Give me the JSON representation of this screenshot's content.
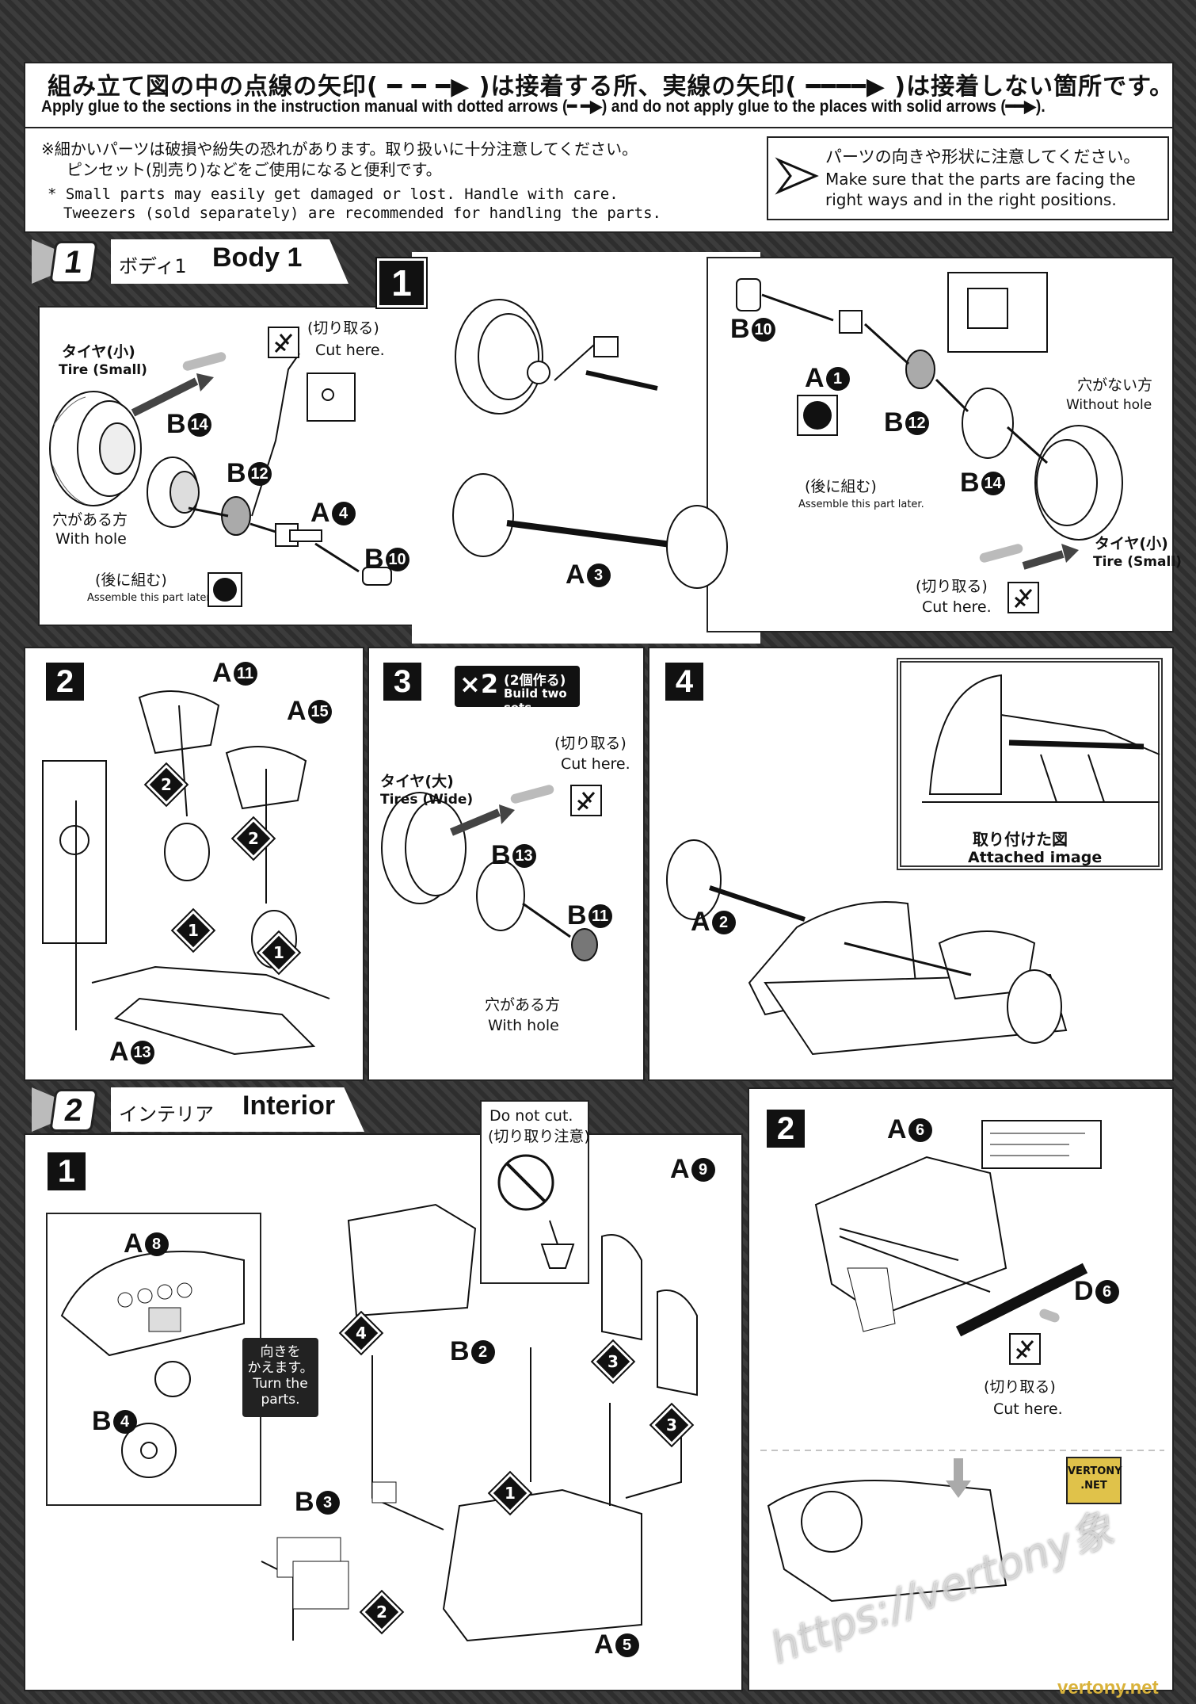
{
  "header": {
    "jp": "組み立て図の中の点線の矢印( ━ ━ ━▶ )は接着する所、実線の矢印( ━━━━▶ )は接着しない箇所です。",
    "en": "Apply glue to the sections in the instruction manual with dotted arrows (━ ━▶) and do not apply glue to the places with solid arrows (━━▶).",
    "note_jp_1": "※細かいパーツは破損や紛失の恐れがあります。取り扱いに十分注意してください。",
    "note_jp_2": "ピンセット(別売り)などをご使用になると便利です。",
    "note_en_1": "*  Small parts may easily get damaged or lost.  Handle with care.",
    "note_en_2": "Tweezers (sold separately) are recommended for handling the parts.",
    "orient_jp": "パーツの向きや形状に注意してください。",
    "orient_en_1": "Make sure that the parts are facing the",
    "orient_en_2": "right ways and in the right positions."
  },
  "section1": {
    "num": "1",
    "jp": "ボディ1",
    "en": "Body 1",
    "step1": {
      "num": "1",
      "tire_small_jp": "タイヤ(小)",
      "tire_small_en": "Tire (Small)",
      "cut_jp": "(切り取る)",
      "cut_en": "Cut here.",
      "with_hole_jp": "穴がある方",
      "with_hole_en": "With hole",
      "later_jp": "(後に組む)",
      "later_en": "Assemble this part later.",
      "without_hole_jp": "穴がない方",
      "without_hole_en": "Without hole",
      "parts_left": [
        {
          "letter": "B",
          "num": "14"
        },
        {
          "letter": "B",
          "num": "12"
        },
        {
          "letter": "A",
          "num": "4"
        },
        {
          "letter": "B",
          "num": "10"
        }
      ],
      "parts_center": [
        {
          "letter": "A",
          "num": "3"
        }
      ],
      "parts_right": [
        {
          "letter": "B",
          "num": "10"
        },
        {
          "letter": "A",
          "num": "1"
        },
        {
          "letter": "B",
          "num": "12"
        },
        {
          "letter": "B",
          "num": "14"
        }
      ]
    },
    "step2": {
      "num": "2",
      "parts": [
        {
          "letter": "A",
          "num": "11"
        },
        {
          "letter": "A",
          "num": "15"
        },
        {
          "letter": "A",
          "num": "13"
        }
      ],
      "order": [
        "2",
        "2",
        "1",
        "1"
      ]
    },
    "step3": {
      "num": "3",
      "x2": "×2",
      "x2_jp": "(2個作る)",
      "x2_en": "Build two sets.",
      "tire_wide_jp": "タイヤ(大)",
      "tire_wide_en": "Tires (Wide)",
      "cut_jp": "(切り取る)",
      "cut_en": "Cut here.",
      "with_hole_jp": "穴がある方",
      "with_hole_en": "With hole",
      "parts": [
        {
          "letter": "B",
          "num": "13"
        },
        {
          "letter": "B",
          "num": "11"
        }
      ]
    },
    "step4": {
      "num": "4",
      "attached_jp": "取り付けた図",
      "attached_en": "Attached image",
      "parts": [
        {
          "letter": "A",
          "num": "2"
        }
      ]
    }
  },
  "section2": {
    "num": "2",
    "jp": "インテリア",
    "en": "Interior",
    "step1": {
      "num": "1",
      "do_not_cut_en": "Do not cut.",
      "do_not_cut_jp": "(切り取り注意)",
      "turn_jp_1": "向きを",
      "turn_jp_2": "かえます。",
      "turn_en_1": "Turn the",
      "turn_en_2": "parts.",
      "parts": [
        {
          "letter": "A",
          "num": "8"
        },
        {
          "letter": "B",
          "num": "4"
        },
        {
          "letter": "B",
          "num": "2"
        },
        {
          "letter": "A",
          "num": "9"
        },
        {
          "letter": "B",
          "num": "3"
        },
        {
          "letter": "A",
          "num": "5"
        }
      ],
      "order": [
        "4",
        "1",
        "3",
        "3",
        "2"
      ]
    },
    "step2": {
      "num": "2",
      "cut_jp": "(切り取る)",
      "cut_en": "Cut here.",
      "parts": [
        {
          "letter": "A",
          "num": "6"
        },
        {
          "letter": "D",
          "num": "6"
        }
      ]
    }
  },
  "watermark": {
    "url": "https://vertony象",
    "logo_1": "VERTONY",
    "logo_2": ".NET",
    "footer": "vertony.net"
  }
}
